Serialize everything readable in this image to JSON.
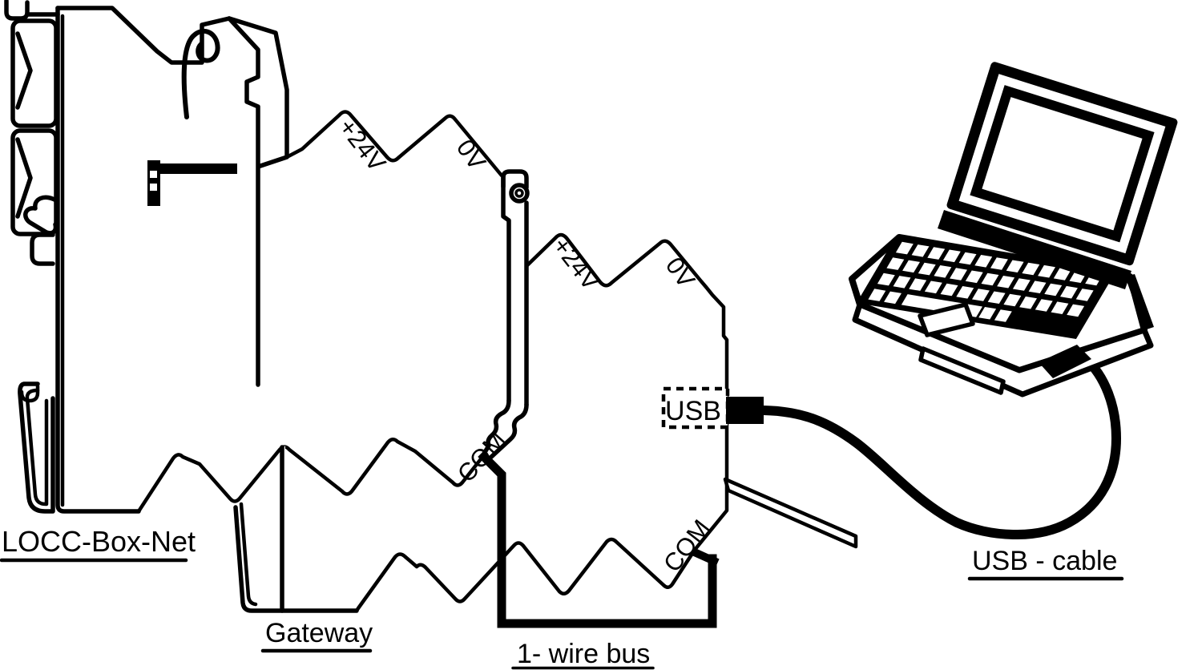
{
  "diagram": {
    "colors": {
      "ink": "#000000",
      "background": "#ffffff"
    },
    "device_labels": {
      "locc_box_net": "LOCC-Box-Net",
      "gateway": "Gateway",
      "one_wire_bus": "1- wire bus",
      "usb_cable": "USB - cable"
    },
    "port_label": "USB",
    "wire_labels": {
      "supply_24v": "+24V",
      "ground_0v": "0V",
      "common": "COM"
    }
  }
}
